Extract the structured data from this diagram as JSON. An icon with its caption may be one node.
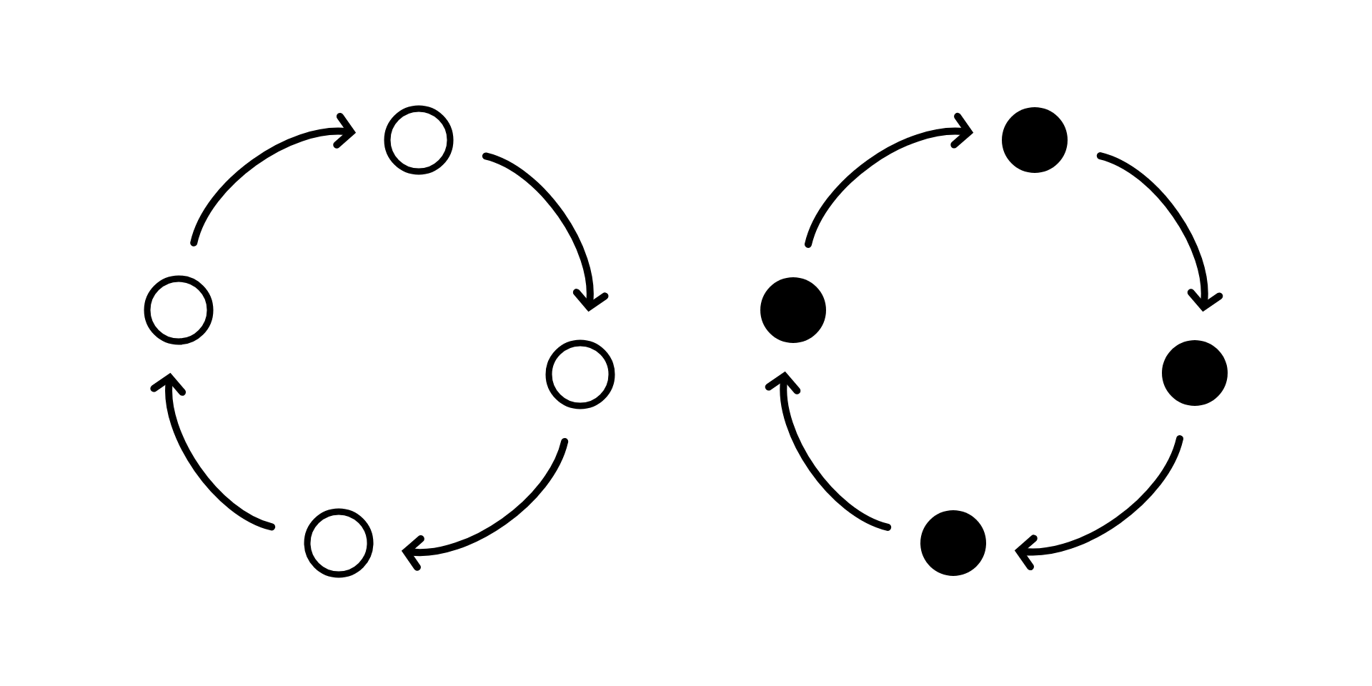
{
  "diagram": {
    "nodes": [
      {
        "text": [],
        "shape": "circle"
      },
      {
        "text": [],
        "shape": "circle"
      },
      {
        "text": [],
        "shape": "circle"
      },
      {
        "text": [],
        "shape": "circle"
      },
      {
        "text": [],
        "shape": "dot"
      },
      {
        "text": [],
        "shape": "dot"
      },
      {
        "text": [],
        "shape": "dot"
      },
      {
        "text": [],
        "shape": "dot"
      }
    ],
    "edges": [
      {
        "from": 1,
        "to": 0,
        "arrow": "to"
      },
      {
        "from": 0,
        "to": 2,
        "arrow": "to"
      },
      {
        "from": 2,
        "to": 3,
        "arrow": "to"
      },
      {
        "from": 3,
        "to": 1,
        "arrow": "to"
      },
      {
        "from": 5,
        "to": 4,
        "arrow": "to"
      },
      {
        "from": 4,
        "to": 6,
        "arrow": "to"
      },
      {
        "from": 6,
        "to": 7,
        "arrow": "to"
      },
      {
        "from": 7,
        "to": 5,
        "arrow": "to"
      }
    ]
  }
}
